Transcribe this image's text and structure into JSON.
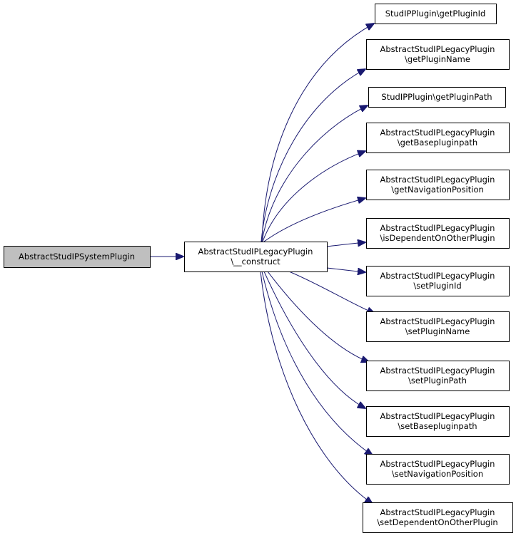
{
  "colors": {
    "edge": "#191970",
    "node_border": "#000000",
    "node_fill": "#ffffff",
    "root_fill": "#bfbfbf",
    "text": "#000000"
  },
  "nodes": {
    "root": {
      "lines": [
        "AbstractStudIPSystemPlugin"
      ]
    },
    "construct": {
      "lines": [
        "AbstractStudIPLegacyPlugin",
        "\\__construct"
      ]
    },
    "targets": [
      {
        "lines": [
          "StudIPPlugin\\getPluginId"
        ]
      },
      {
        "lines": [
          "AbstractStudIPLegacyPlugin",
          "\\getPluginName"
        ]
      },
      {
        "lines": [
          "StudIPPlugin\\getPluginPath"
        ]
      },
      {
        "lines": [
          "AbstractStudIPLegacyPlugin",
          "\\getBasepluginpath"
        ]
      },
      {
        "lines": [
          "AbstractStudIPLegacyPlugin",
          "\\getNavigationPosition"
        ]
      },
      {
        "lines": [
          "AbstractStudIPLegacyPlugin",
          "\\isDependentOnOtherPlugin"
        ]
      },
      {
        "lines": [
          "AbstractStudIPLegacyPlugin",
          "\\setPluginId"
        ]
      },
      {
        "lines": [
          "AbstractStudIPLegacyPlugin",
          "\\setPluginName"
        ]
      },
      {
        "lines": [
          "AbstractStudIPLegacyPlugin",
          "\\setPluginPath"
        ]
      },
      {
        "lines": [
          "AbstractStudIPLegacyPlugin",
          "\\setBasepluginpath"
        ]
      },
      {
        "lines": [
          "AbstractStudIPLegacyPlugin",
          "\\setNavigationPosition"
        ]
      },
      {
        "lines": [
          "AbstractStudIPLegacyPlugin",
          "\\setDependentOnOtherPlugin"
        ]
      }
    ]
  }
}
